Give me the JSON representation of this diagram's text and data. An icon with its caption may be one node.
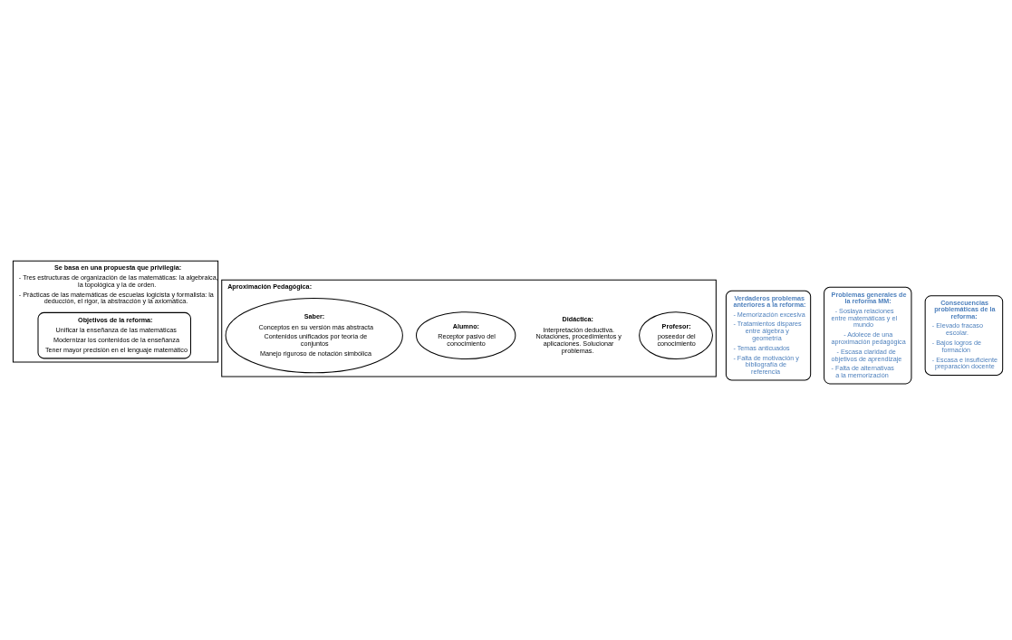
{
  "diagram": {
    "nodes": [
      {
        "text": [
          "Se basa en una propuesta que privilegia:",
          "- Tres estructuras de organización de las matemáticas: la algebraica, la topológica y la de orden.",
          "- Prácticas de las matemáticas de escuelas logicista y formalista: la deducción, el rigor, la abstracción y la axiomática."
        ]
      },
      {
        "text": [
          "Objetivos de la reforma:",
          "Unificar la enseñanza de las matemáticas",
          "Modernizar los contenidos de la enseñanza",
          "Tener mayor precisión en el lenguaje matemático"
        ],
        "in": 0
      },
      {
        "text": [
          "Aproximación Pedagógica:"
        ]
      },
      {
        "text": [
          "Profesor:",
          "poseedor del conocimiento"
        ],
        "in": 2
      },
      {
        "text": [
          "Didáctica:",
          "Interpretación deductiva. Notaciones, procedimientos y aplicaciones. Solucionar problemas."
        ],
        "in": 2
      },
      {
        "text": [
          "Alumno:",
          "Receptor pasivo del conocimiento"
        ],
        "in": 2
      },
      {
        "text": [
          "Saber:",
          "Conceptos en su versión más abstracta",
          "Contenidos unificados por teoría de conjuntos",
          "Manejo riguroso de notación simbólica"
        ],
        "in": 2
      },
      {
        "text": [
          "Verdaderos problemas anteriores a la reforma:",
          "- Memorización excesiva",
          "- Tratamientos dispares entre álgebra y geometría",
          "- Temas anticuados",
          "- Falta de motivación y bibliografía de referencia"
        ]
      },
      {
        "text": [
          "Problemas generales de la reforma MM:",
          "- Soslaya relaciones entre matemáticas y el mundo",
          "- Adolece de una aproximación pedagógica",
          "- Escasa claridad de objetivos de aprendizaje",
          "- Falta de alternativas a la memorización"
        ]
      },
      {
        "text": [
          "Consecuencias problemáticas de la reforma:",
          "- Elevado fracaso escolar.",
          "- Bajos logros de formación",
          "- Escasa e insuficiente preparación docente"
        ]
      }
    ],
    "edges": []
  }
}
